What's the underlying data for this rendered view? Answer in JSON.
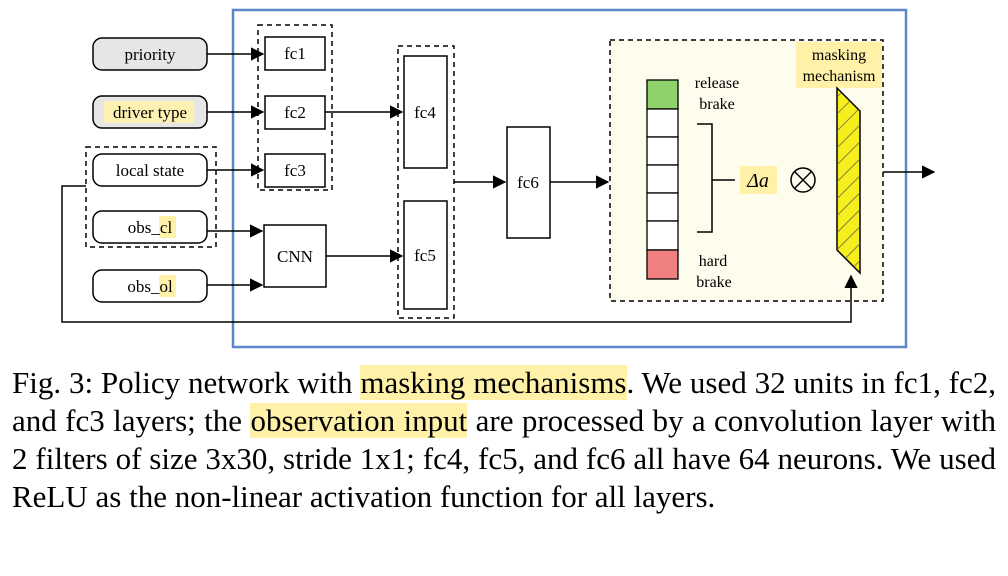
{
  "diagram": {
    "inputs": {
      "priority": "priority",
      "driver_type": "driver type",
      "local_state": "local state",
      "obs_cl_prefix": "obs_",
      "obs_cl_suffix": "cl",
      "obs_ol_prefix": "obs_",
      "obs_ol_suffix": "ol"
    },
    "layers": {
      "fc1": "fc1",
      "fc2": "fc2",
      "fc3": "fc3",
      "cnn": "CNN",
      "fc4": "fc4",
      "fc5": "fc5",
      "fc6": "fc6"
    },
    "output": {
      "release_line1": "release",
      "release_line2": "brake",
      "hard_line1": "hard",
      "hard_line2": "brake",
      "delta": "Δa",
      "otimes": "⊗",
      "masking_line1": "masking",
      "masking_line2": "mechanism"
    },
    "colors": {
      "network_border": "#5b86c9",
      "highlight": "#fff2a8",
      "release_cell": "#8fd16a",
      "hard_cell": "#f08080",
      "output_panel": "#fefcec",
      "mask_fill": "#f7ee1e",
      "input_fill": "#e6e6e6"
    }
  },
  "caption": {
    "part1": "Fig. 3: Policy network with ",
    "hl1": "masking mechanisms",
    "part2": ". We used 32 units in fc1, fc2, and fc3 layers; the ",
    "hl2": "observation input",
    "part3": " are processed by a convolution layer with 2 filters of size 3x30, stride 1x1; fc4, fc5, and fc6 all have 64 neurons. We used ReLU as the non-linear activation function for all layers."
  }
}
